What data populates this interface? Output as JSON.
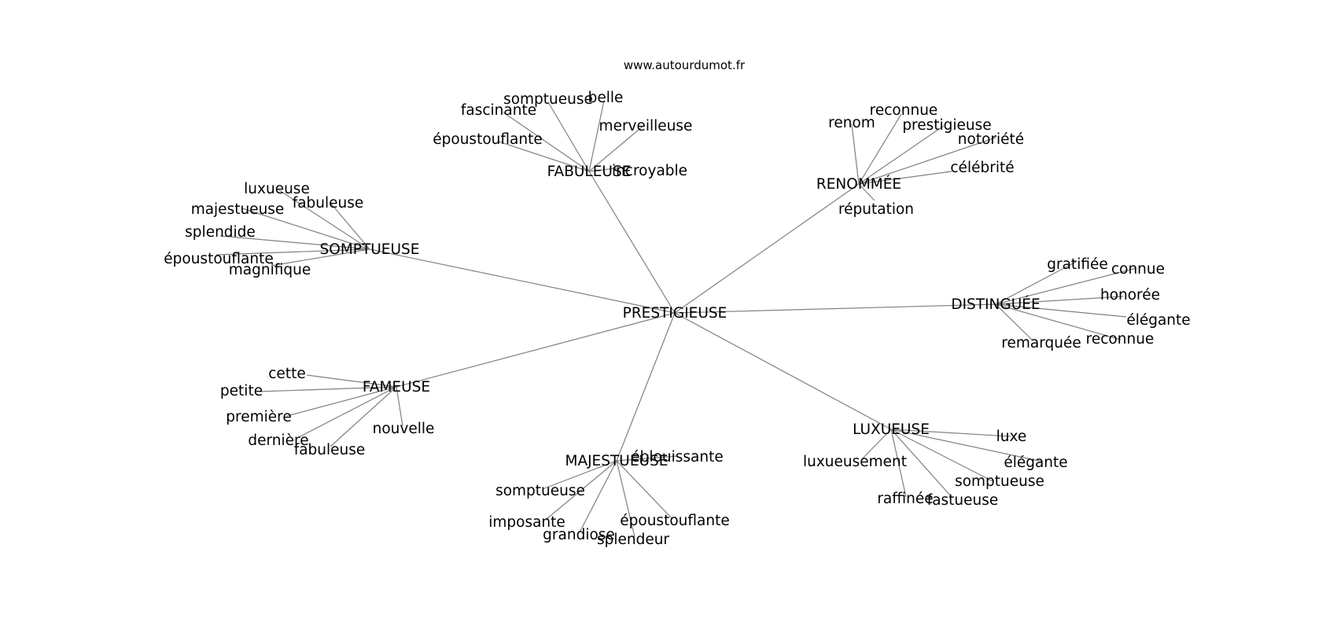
{
  "source_text": "www.autourdumot.fr",
  "colors": {
    "edge": "#808080",
    "text": "#000000",
    "background": "#ffffff"
  },
  "root": {
    "id": "root",
    "label": "PRESTIGIEUSE"
  },
  "hubs": [
    {
      "id": "fabuleuse",
      "label": "FABULEUSE",
      "words": [
        "somptueuse",
        "belle",
        "fascinante",
        "merveilleuse",
        "époustouflante",
        "incroyable"
      ]
    },
    {
      "id": "renommee",
      "label": "RENOMMÉE",
      "words": [
        "reconnue",
        "renom",
        "prestigieuse",
        "notoriété",
        "célébrité",
        "réputation"
      ]
    },
    {
      "id": "somptueuse",
      "label": "SOMPTUEUSE",
      "words": [
        "luxueuse",
        "fabuleuse",
        "majestueuse",
        "splendide",
        "époustouflante",
        "magnifique"
      ]
    },
    {
      "id": "distinguee",
      "label": "DISTINGUÉE",
      "words": [
        "gratifiée",
        "connue",
        "honorée",
        "élégante",
        "remarquée",
        "reconnue"
      ]
    },
    {
      "id": "fameuse",
      "label": "FAMEUSE",
      "words": [
        "cette",
        "petite",
        "première",
        "dernière",
        "fabuleuse",
        "nouvelle"
      ]
    },
    {
      "id": "luxueuse",
      "label": "LUXUEUSE",
      "words": [
        "luxe",
        "luxueusement",
        "élégante",
        "somptueuse",
        "raffinée",
        "fastueuse"
      ]
    },
    {
      "id": "majestueuse",
      "label": "MAJESTUEUSE",
      "words": [
        "éblouissante",
        "somptueuse",
        "imposante",
        "époustouflante",
        "grandiose",
        "splendeur"
      ]
    }
  ]
}
